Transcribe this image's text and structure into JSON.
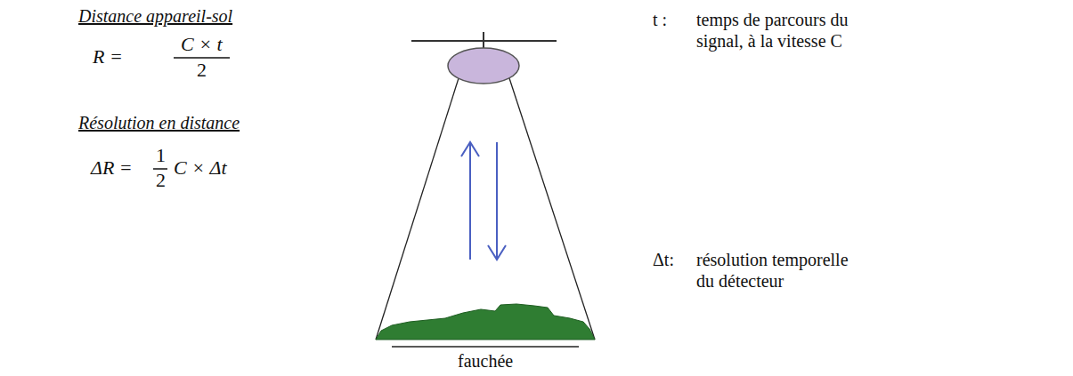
{
  "diagram": {
    "labels": [
      "Distance appareil-sol",
      "R =",
      "C × t",
      "2",
      "Résolution en distance",
      "ΔR =",
      "1",
      "2",
      "C × Δt",
      "t :",
      "temps de parcours du signal, à la vitesse C",
      "Δt:",
      "résolution temporelle du détecteur",
      "fauchée"
    ]
  }
}
